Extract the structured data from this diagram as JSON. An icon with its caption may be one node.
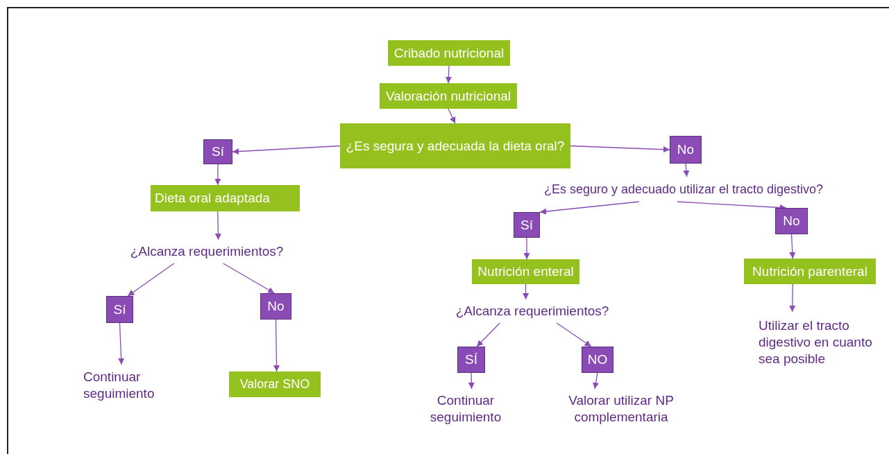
{
  "diagram": {
    "nodes": [
      {
        "text": [
          "Cribado nutricional"
        ]
      },
      {
        "text": [
          "Valoración nutricional"
        ]
      },
      {
        "text": [
          "¿Es segura y adecuada la dieta oral?"
        ]
      },
      {
        "text": [
          "Sí"
        ]
      },
      {
        "text": [
          "No"
        ]
      },
      {
        "text": [
          "Dieta oral adaptada"
        ]
      },
      {
        "text": [
          "¿Es seguro y adecuado utilizar el tracto digestivo?"
        ]
      },
      {
        "text": [
          "¿Alcanza requerimientos?"
        ]
      },
      {
        "text": [
          "Sí"
        ]
      },
      {
        "text": [
          "No"
        ]
      },
      {
        "text": [
          "Sí"
        ]
      },
      {
        "text": [
          "No"
        ]
      },
      {
        "text": [
          "Nutrición enteral"
        ]
      },
      {
        "text": [
          "Nutrición parenteral"
        ]
      },
      {
        "text": [
          "¿Alcanza requerimientos?"
        ]
      },
      {
        "text": [
          "Continuar seguimiento"
        ]
      },
      {
        "text": [
          "Valorar SNO"
        ]
      },
      {
        "text": [
          "Utilizar el tracto digestivo en cuanto sea posible"
        ]
      },
      {
        "text": [
          "SÍ"
        ]
      },
      {
        "text": [
          "NO"
        ]
      },
      {
        "text": [
          "Continuar seguimiento"
        ]
      },
      {
        "text": [
          "Valorar utilizar NP complementaria"
        ]
      }
    ],
    "edges": [
      {
        "from": 0,
        "to": 1,
        "arrow": "to"
      },
      {
        "from": 1,
        "to": 2,
        "arrow": "to"
      },
      {
        "from": 2,
        "to": 3,
        "arrow": "to"
      },
      {
        "from": 2,
        "to": 4,
        "arrow": "to"
      },
      {
        "from": 3,
        "to": 5,
        "arrow": "to"
      },
      {
        "from": 4,
        "to": 6,
        "arrow": "to"
      },
      {
        "from": 5,
        "to": 7,
        "arrow": "to"
      },
      {
        "from": 6,
        "to": 8,
        "arrow": "to"
      },
      {
        "from": 6,
        "to": 9,
        "arrow": "to"
      },
      {
        "from": 7,
        "to": 10,
        "arrow": "to"
      },
      {
        "from": 7,
        "to": 11,
        "arrow": "to"
      },
      {
        "from": 8,
        "to": 12,
        "arrow": "to"
      },
      {
        "from": 9,
        "to": 13,
        "arrow": "to"
      },
      {
        "from": 10,
        "to": 15,
        "arrow": "to"
      },
      {
        "from": 11,
        "to": 16,
        "arrow": "to"
      },
      {
        "from": 13,
        "to": 17,
        "arrow": "to"
      },
      {
        "from": 12,
        "to": 14,
        "arrow": "to"
      },
      {
        "from": 14,
        "to": 18,
        "arrow": "to"
      },
      {
        "from": 14,
        "to": 19,
        "arrow": "to"
      },
      {
        "from": 18,
        "to": 20,
        "arrow": "to"
      },
      {
        "from": 19,
        "to": 21,
        "arrow": "to"
      }
    ]
  }
}
